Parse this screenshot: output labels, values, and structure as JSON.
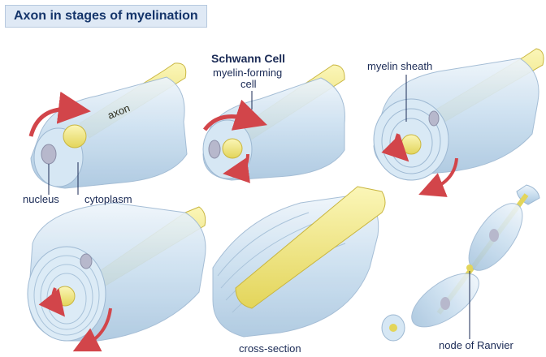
{
  "title": "Axon in stages of myelination",
  "labels": {
    "axon": "axon",
    "nucleus": "nucleus",
    "cytoplasm": "cytoplasm",
    "schwann_cell": "Schwann Cell",
    "myelin_forming": "myelin-forming",
    "cell": "cell",
    "myelin_sheath": "myelin sheath",
    "cross_section": "cross-section",
    "node_of_ranvier": "node of Ranvier"
  },
  "colors": {
    "axon_yellow": "#f2e77a",
    "cell_blue": "#cfe2f1",
    "arrow_red": "#d2454a",
    "label_text": "#1a2a55"
  }
}
